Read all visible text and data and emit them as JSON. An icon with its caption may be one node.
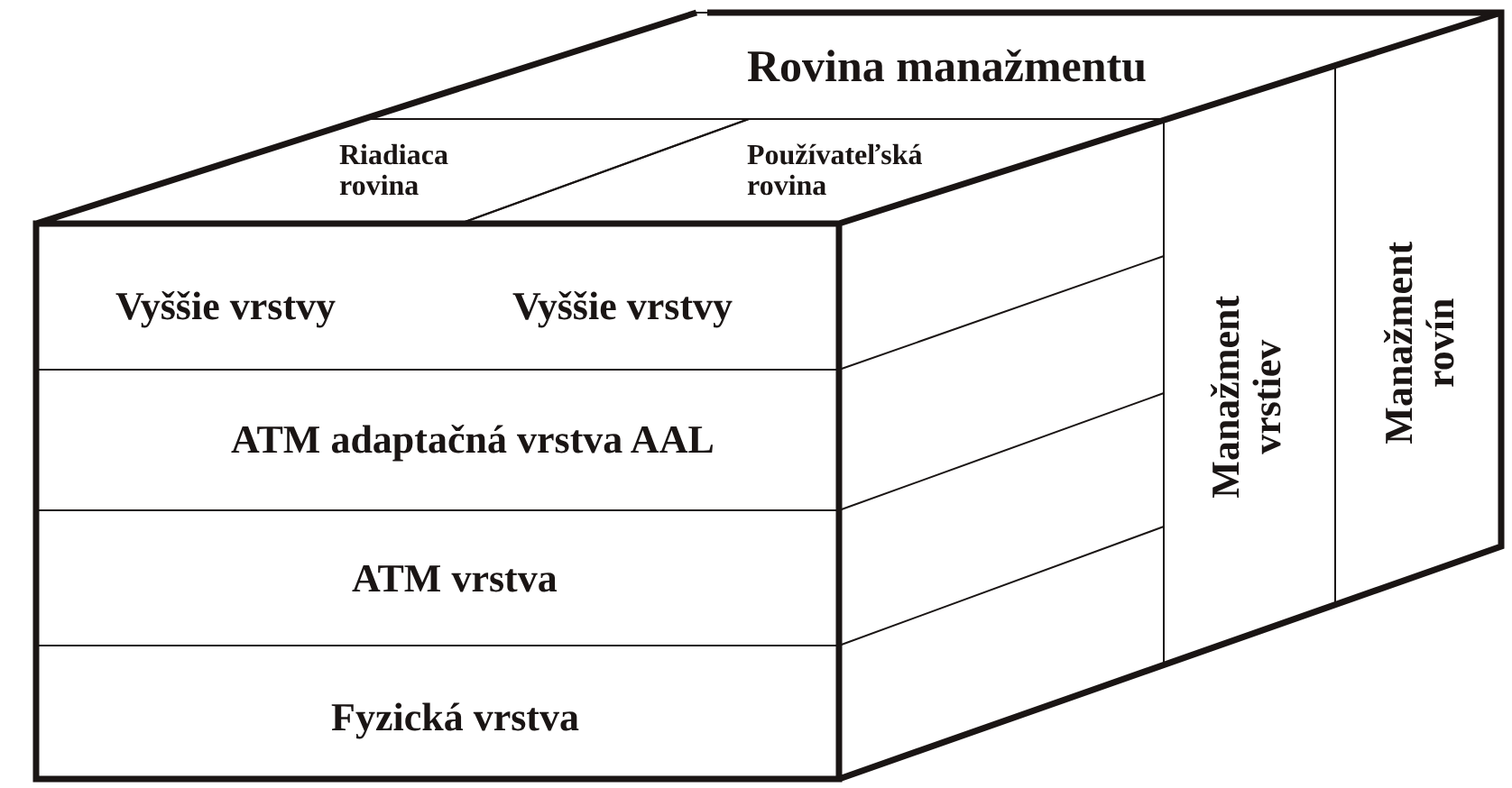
{
  "diagram": {
    "nodes": [
      {
        "text": [
          "Rovina manažmentu"
        ]
      },
      {
        "text": [
          "Riadiaca rovina"
        ]
      },
      {
        "text": [
          "Používateľská rovina"
        ]
      },
      {
        "text": [
          "Vyššie vrstvy",
          "Vyššie vrstvy"
        ]
      },
      {
        "text": [
          "ATM adaptačná vrstva AAL"
        ]
      },
      {
        "text": [
          "ATM vrstva"
        ]
      },
      {
        "text": [
          "Fyzická vrstva"
        ]
      },
      {
        "text": [
          "Manažment vrstiev"
        ]
      },
      {
        "text": [
          "Manažment rovín"
        ]
      }
    ]
  }
}
